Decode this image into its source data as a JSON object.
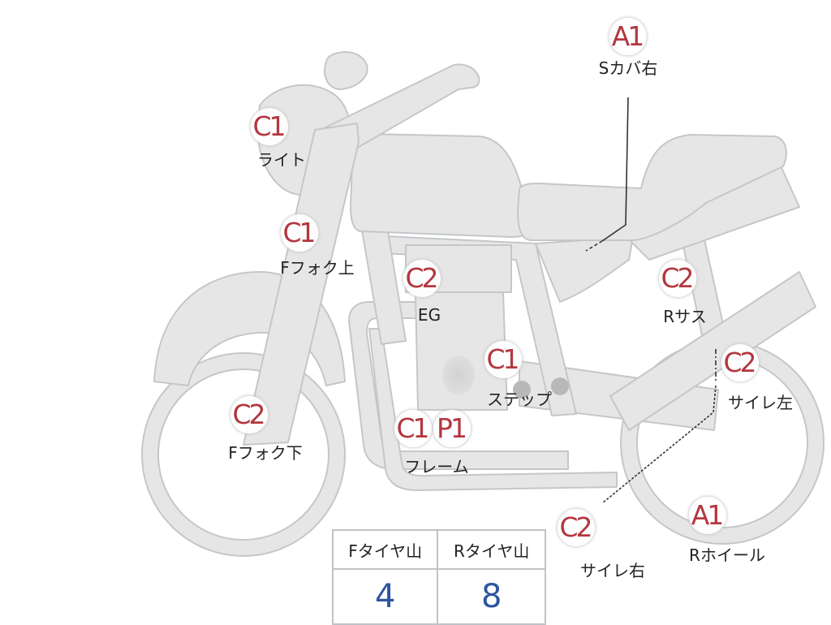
{
  "labels": [
    {
      "id": "s-cover-right",
      "codes": [
        "A1"
      ],
      "name": "Sカバ右"
    },
    {
      "id": "light",
      "codes": [
        "C1"
      ],
      "name": "ライト"
    },
    {
      "id": "f-fork-upper",
      "codes": [
        "C1"
      ],
      "name": "Fフォク上"
    },
    {
      "id": "engine",
      "codes": [
        "C2"
      ],
      "name": "EG"
    },
    {
      "id": "r-suspension",
      "codes": [
        "C2"
      ],
      "name": "Rサス"
    },
    {
      "id": "step",
      "codes": [
        "C1"
      ],
      "name": "ステップ"
    },
    {
      "id": "silencer-left",
      "codes": [
        "C2"
      ],
      "name": "サイレ左"
    },
    {
      "id": "f-fork-lower",
      "codes": [
        "C2"
      ],
      "name": "Fフォク下"
    },
    {
      "id": "frame",
      "codes": [
        "C1",
        "P1"
      ],
      "name": "フレーム"
    },
    {
      "id": "silencer-right",
      "codes": [
        "C2"
      ],
      "name": "サイレ右"
    },
    {
      "id": "r-wheel",
      "codes": [
        "A1"
      ],
      "name": "Rホイール"
    }
  ],
  "tire_table": {
    "headers": [
      "Fタイヤ山",
      "Rタイヤ山"
    ],
    "values": [
      "4",
      "8"
    ]
  },
  "colors": {
    "body_fill": "#e6e6e6",
    "body_stroke": "#c4c7ca",
    "code_text": "#b3373f",
    "table_value": "#2d55a0",
    "table_border": "#bfc4c8"
  }
}
